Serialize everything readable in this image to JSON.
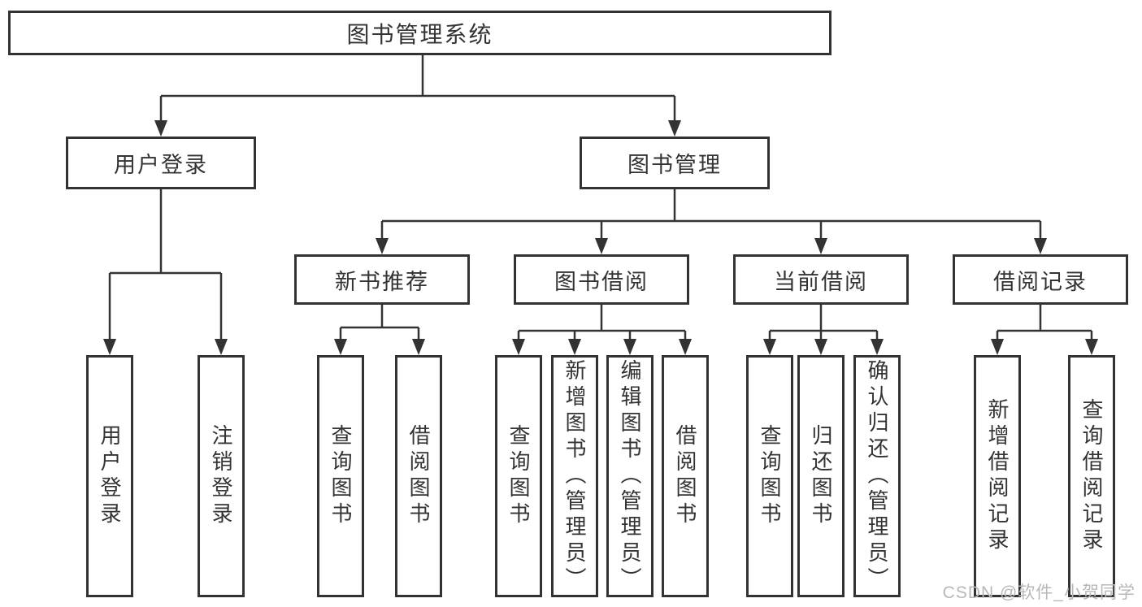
{
  "diagram": {
    "root_label": "图书管理系统",
    "level2": [
      {
        "label": "用户登录",
        "leaves": [
          "用户登录",
          "注销登录"
        ]
      },
      {
        "label": "图书管理",
        "level3": [
          {
            "label": "新书推荐",
            "leaves": [
              "查询图书",
              "借阅图书"
            ]
          },
          {
            "label": "图书借阅",
            "leaves": [
              "查询图书",
              "新增图书（管理员）",
              "编辑图书（管理员）",
              "借阅图书"
            ]
          },
          {
            "label": "当前借阅",
            "leaves": [
              "查询图书",
              "归还图书",
              "确认归还（管理员）"
            ]
          },
          {
            "label": "借阅记录",
            "leaves": [
              "新增借阅记录",
              "查询借阅记录"
            ]
          }
        ]
      }
    ],
    "colors": {
      "line": "#333333",
      "text": "#333333",
      "box_fill": "#ffffff",
      "background": "#ffffff"
    }
  },
  "watermark": {
    "text": "CSDN @软件_小贺同学",
    "color": "#b8b8b8"
  }
}
